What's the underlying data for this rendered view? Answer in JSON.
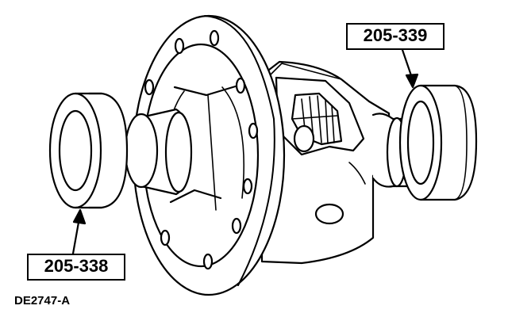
{
  "labels": {
    "tool_right": "205-339",
    "tool_left": "205-338"
  },
  "figure_id": "DE2747-A",
  "colors": {
    "ink": "#000000",
    "paper": "#ffffff"
  }
}
